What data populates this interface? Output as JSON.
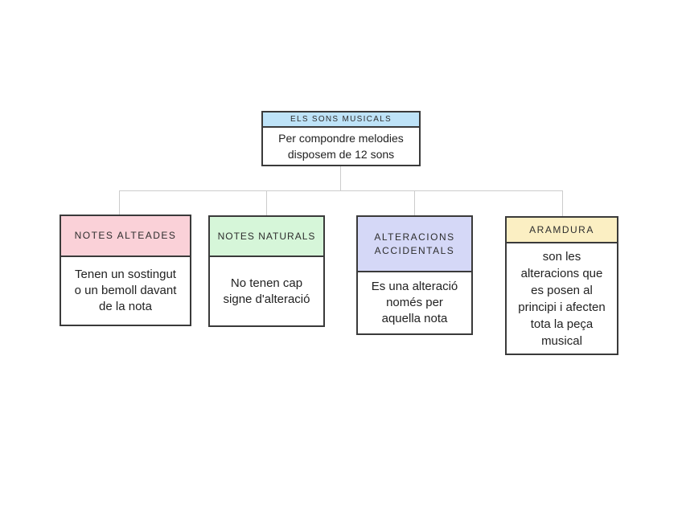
{
  "diagram": {
    "title_node_text": "ELS SONS MUSICALS",
    "palette": {
      "connector": "#cccccc",
      "border": "#3a3a3a",
      "text": "#222222",
      "root_header_bg": "#bee3f8",
      "child1_header_bg": "#fad1d8",
      "child2_header_bg": "#d6f6d9",
      "child3_header_bg": "#d5d8f7",
      "child4_header_bg": "#fbefc3"
    },
    "root": {
      "header": "ELS SONS MUSICALS",
      "header_bg": "#bee3f8",
      "body_lines": {
        "0": "Per compondre melodies",
        "1": "disposem de 12 sons"
      }
    },
    "children": [
      {
        "header": "NOTES ALTEADES",
        "header_bg": "#fad1d8",
        "body_lines": {
          "0": "Tenen un sostingut",
          "1": "o un bemoll davant",
          "2": "de la nota"
        }
      },
      {
        "header": "NOTES NATURALS",
        "header_bg": "#d6f6d9",
        "body_lines": {
          "0": "No tenen cap",
          "1": "signe d'alteració"
        }
      },
      {
        "header": "ALTERACIONS ACCIDENTALS",
        "header_bg": "#d5d8f7",
        "body_lines": {
          "0": "Es una alteració",
          "1": "només per",
          "2": "aquella nota"
        }
      },
      {
        "header": "ARAMDURA",
        "header_bg": "#fbefc3",
        "body_lines": {
          "0": "son les",
          "1": "alteracions que",
          "2": "es posen al",
          "3": "principi i afecten",
          "4": "tota la peça",
          "5": "musical"
        }
      }
    ]
  }
}
